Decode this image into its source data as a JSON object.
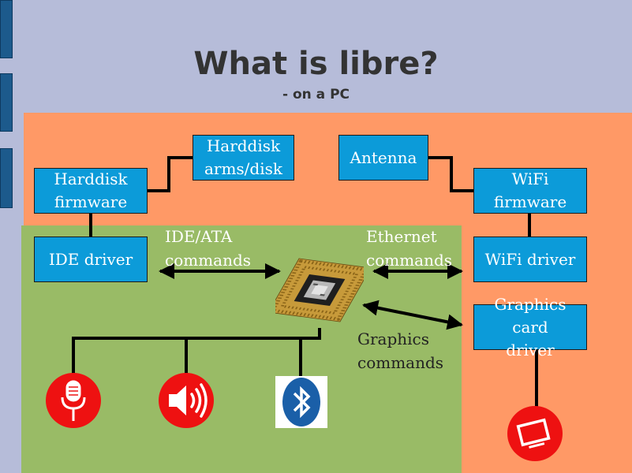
{
  "slide": {
    "title": "What is libre?",
    "subtitle": "- on a PC"
  },
  "boxes": {
    "harddisk_firmware": "Harddisk\nfirmware",
    "harddisk_arms": "Harddisk\narms/disk",
    "antenna": "Antenna",
    "wifi_firmware": "WiFi\nfirmware",
    "ide_driver": "IDE driver",
    "wifi_driver": "WiFi driver",
    "graphics_driver": "Graphics card\ndriver"
  },
  "labels": {
    "ide_ata": "IDE/ATA\ncommands",
    "ethernet": "Ethernet\ncommands",
    "graphics": "Graphics\ncommands"
  },
  "icons": [
    "microphone-icon",
    "speaker-icon",
    "bluetooth-icon",
    "display-icon",
    "cpu-chip-icon"
  ],
  "colors": {
    "background": "#b6bcd9",
    "nonfree_area": "#ff9966",
    "free_area": "#99bb66",
    "box_fill": "#0c9bd9",
    "device_icon": "#ee1111",
    "bluetooth_blue": "#1a5fa8"
  }
}
